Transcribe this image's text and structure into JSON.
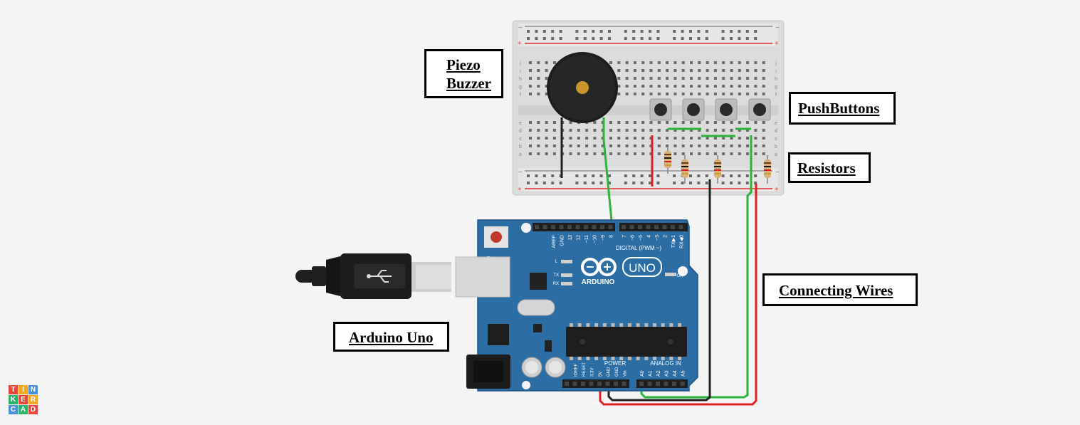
{
  "labels": {
    "buzzer_line1": "Piezo",
    "buzzer_line2": "Buzzer",
    "pushbuttons": "PushButtons",
    "resistors": "Resistors",
    "wires": "Connecting Wires",
    "arduino": "Arduino Uno"
  },
  "board": {
    "brand": "ARDUINO",
    "model": "UNO",
    "digital_header": "DIGITAL (PWM ~)",
    "power_header": "POWER",
    "analog_header": "ANALOG IN",
    "digital_pins": [
      "AREF",
      "GND",
      "13",
      "12",
      "~11",
      "~10",
      "~9",
      "8",
      "7",
      "~6",
      "~5",
      "4",
      "~3",
      "2",
      "TX▶1",
      "RX◀0"
    ],
    "power_pins": [
      "IOREF",
      "RESET",
      "3.3V",
      "5V",
      "GND",
      "GND",
      "Vin"
    ],
    "analog_pins": [
      "A0",
      "A1",
      "A2",
      "A3",
      "A4",
      "A5"
    ],
    "leds": [
      "L",
      "TX",
      "RX"
    ],
    "on_label": "ON"
  },
  "breadboard": {
    "row_letters_top": [
      "j",
      "i",
      "h",
      "g",
      "f"
    ],
    "row_letters_bottom": [
      "e",
      "d",
      "c",
      "b",
      "a"
    ],
    "column_count": 30
  },
  "logo": {
    "letters": [
      "T",
      "I",
      "N",
      "K",
      "E",
      "R",
      "C",
      "A",
      "D"
    ]
  },
  "colors": {
    "board_blue": "#2c6da3",
    "wire_green": "#2db33a",
    "wire_red": "#e02020",
    "wire_black": "#222222",
    "logo_tiles": [
      "#e6463c",
      "#f5a623",
      "#4a90d9",
      "#29b36b",
      "#e6463c",
      "#f5a623",
      "#4a90d9",
      "#29b36b",
      "#e6463c"
    ]
  }
}
